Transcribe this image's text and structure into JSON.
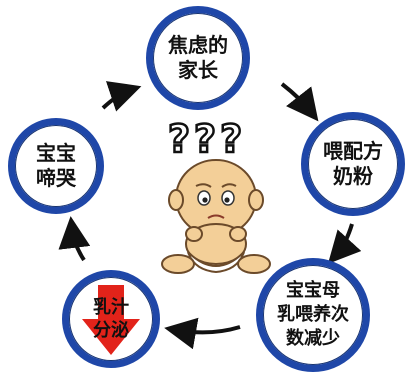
{
  "nodes": [
    {
      "id": "anxious",
      "label": "焦虑的\n家长"
    },
    {
      "id": "formula",
      "label": "喂配方\n奶粉"
    },
    {
      "id": "breast",
      "label": "宝宝母\n乳喂养次\n数减少"
    },
    {
      "id": "milk",
      "label": "乳汁\n分泌"
    },
    {
      "id": "cry",
      "label": "宝宝\n啼哭"
    }
  ],
  "question_marks": "???",
  "colors": {
    "ring": "#1f47a8",
    "arrow": "#111111",
    "down_arrow": "#e2231a",
    "baby_skin": "#f3cf98",
    "diaper": "#ffffff"
  },
  "icons": [
    "confused-baby-illustration",
    "down-arrow-icon",
    "cycle-arrow-icon"
  ]
}
